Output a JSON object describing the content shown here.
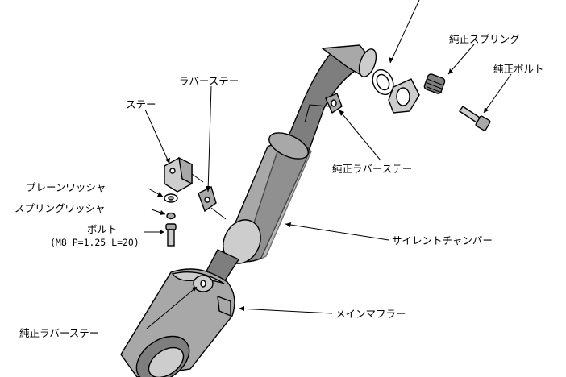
{
  "labels": {
    "genuine_spring": "純正スプリング",
    "genuine_bolt": "純正ボルト",
    "rubber_stay_top": "ラバーステー",
    "stay": "ステー",
    "genuine_rubber_stay_mid": "純正ラバーステー",
    "plain_washer": "プレーンワッシャ",
    "spring_washer": "スプリングワッシャ",
    "bolt": "ボルト",
    "bolt_spec": "(M8 P=1.25 L=20)",
    "silent_chamber": "サイレントチャンバー",
    "main_muffler": "メインマフラー",
    "genuine_rubber_stay_bottom": "純正ラバーステー"
  }
}
